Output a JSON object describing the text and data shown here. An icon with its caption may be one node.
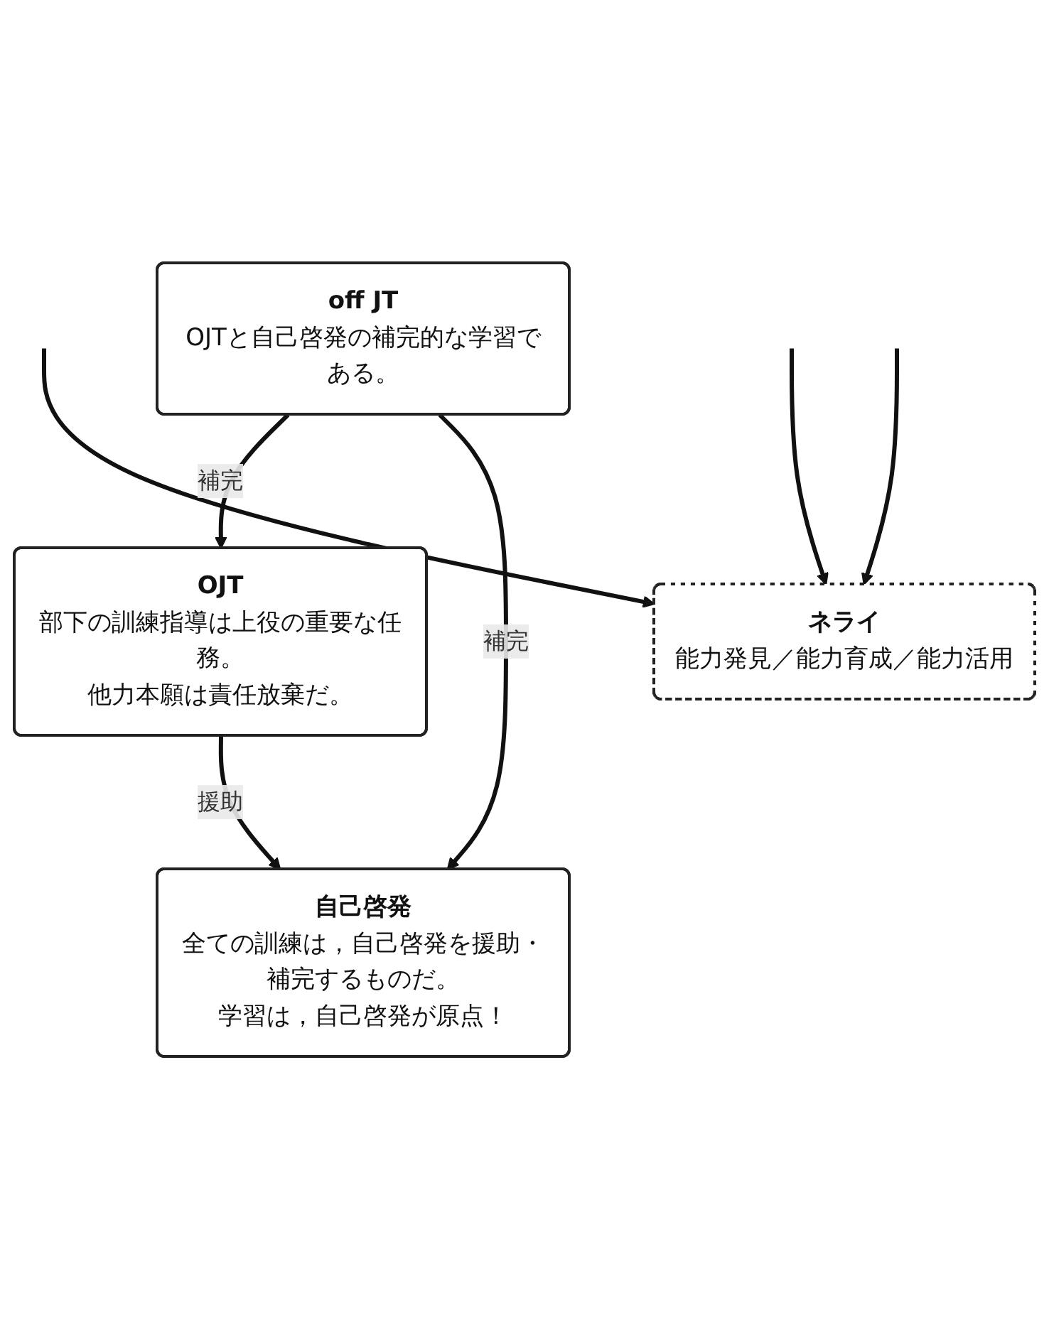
{
  "diagram": {
    "nodes": [
      {
        "text": [
          "OJT",
          "部下の訓練指導は上役の重要な任務。",
          "他力本願は責任放棄だ。"
        ]
      },
      {
        "text": [
          "off JT",
          "OJTと自己啓発の補完的な学習である。"
        ]
      },
      {
        "text": [
          "自己啓発",
          "全ての訓練は，自己啓発を援助・補完するものだ。",
          "学習は，自己啓発が原点！"
        ]
      },
      {
        "text": [
          "ネライ",
          "能力発見／能力育成／能力活用"
        ]
      }
    ],
    "edges": [
      {
        "from": 1,
        "to": 0,
        "arrow": "to",
        "label": "補完"
      },
      {
        "from": 0,
        "to": 2,
        "arrow": "to",
        "label": "援助"
      },
      {
        "from": 1,
        "to": 2,
        "arrow": "to",
        "label": "補完"
      },
      {
        "from": null,
        "to": 3,
        "arrow": "to"
      },
      {
        "from": null,
        "to": 3,
        "arrow": "to"
      },
      {
        "from": null,
        "to": 3,
        "arrow": "to"
      }
    ]
  }
}
